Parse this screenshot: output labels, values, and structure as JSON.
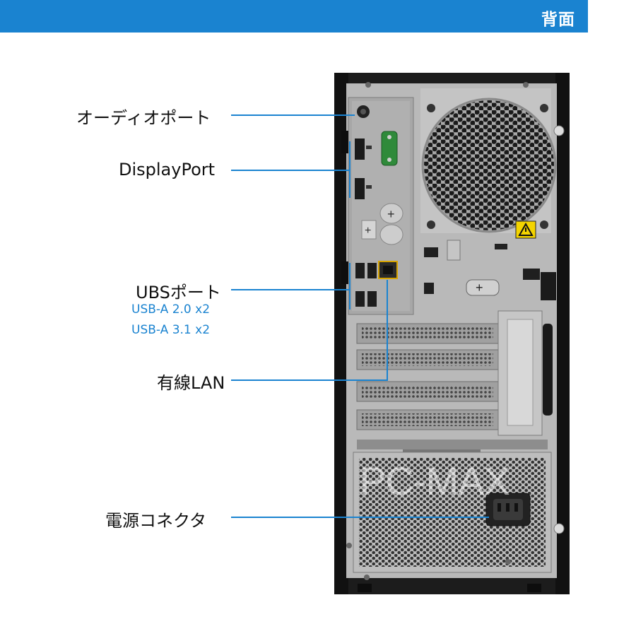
{
  "header": {
    "title": "背面"
  },
  "labels": {
    "audio": "オーディオポート",
    "displayport": "DisplayPort",
    "usb": "UBSポート",
    "usb_a2": "USB-A 2.0 x2",
    "usb_a3": "USB-A 3.1 x2",
    "lan": "有線LAN",
    "power": "電源コネクタ"
  },
  "watermark": "PC-MAX",
  "colors": {
    "accent": "#1a83d0",
    "case": "#1c1c1c",
    "panel": "#b9b9b9"
  }
}
